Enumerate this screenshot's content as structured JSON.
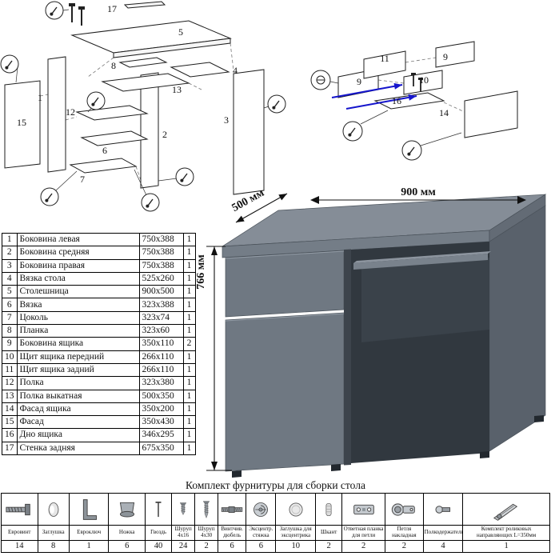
{
  "parts_table": {
    "rows": [
      [
        "1",
        "Боковина левая",
        "750x388",
        "1"
      ],
      [
        "2",
        "Боковина средняя",
        "750x388",
        "1"
      ],
      [
        "3",
        "Боковина правая",
        "750x388",
        "1"
      ],
      [
        "4",
        "Вязка стола",
        "525x260",
        "1"
      ],
      [
        "5",
        "Столешница",
        "900x500",
        "1"
      ],
      [
        "6",
        "Вязка",
        "323x388",
        "1"
      ],
      [
        "7",
        "Цоколь",
        "323x74",
        "1"
      ],
      [
        "8",
        "Планка",
        "323x60",
        "1"
      ],
      [
        "9",
        "Боковина ящика",
        "350x110",
        "2"
      ],
      [
        "10",
        "Щит ящика передний",
        "266x110",
        "1"
      ],
      [
        "11",
        "Щит ящика задний",
        "266x110",
        "1"
      ],
      [
        "12",
        "Полка",
        "323x380",
        "1"
      ],
      [
        "13",
        "Полка выкатная",
        "500x350",
        "1"
      ],
      [
        "14",
        "Фасад ящика",
        "350x200",
        "1"
      ],
      [
        "15",
        "Фасад",
        "350x430",
        "1"
      ],
      [
        "16",
        "Дно ящика",
        "346x295",
        "1"
      ],
      [
        "17",
        "Стенка задняя",
        "675x350",
        "1"
      ]
    ]
  },
  "desk": {
    "width_label": "900 мм",
    "depth_label": "500 мм",
    "height_label": "766 мм"
  },
  "diagram_left": {
    "labels": [
      "17",
      "5",
      "8",
      "4",
      "1",
      "15",
      "2",
      "3",
      "13",
      "12",
      "6",
      "7"
    ]
  },
  "diagram_right": {
    "labels": [
      "11",
      "9",
      "9",
      "10",
      "16",
      "14"
    ]
  },
  "hardware": {
    "title": "Комплект фурнитуры для сборки стола",
    "items": [
      {
        "icon": "confirmat-screw-icon",
        "name": "Евровинт",
        "qty": "14"
      },
      {
        "icon": "cap-icon",
        "name": "Заглушка",
        "qty": "8"
      },
      {
        "icon": "hex-key-icon",
        "name": "Евроключ",
        "qty": "1"
      },
      {
        "icon": "foot-icon",
        "name": "Ножка",
        "qty": "6"
      },
      {
        "icon": "nail-icon",
        "name": "Гвоздь",
        "qty": "40"
      },
      {
        "icon": "screw-short-icon",
        "name": "Шуруп 4x16",
        "qty": "24"
      },
      {
        "icon": "screw-long-icon",
        "name": "Шуруп 4x30",
        "qty": "2"
      },
      {
        "icon": "dowel-screw-icon",
        "name": "Винтчив. дюбель",
        "qty": "6"
      },
      {
        "icon": "cam-lock-icon",
        "name": "Эксцентр. стяжка",
        "qty": "6"
      },
      {
        "icon": "cam-cap-icon",
        "name": "Заглушка для эксцентрика",
        "qty": "10"
      },
      {
        "icon": "wood-dowel-icon",
        "name": "Шкант",
        "qty": "2"
      },
      {
        "icon": "hinge-plate-icon",
        "name": "Ответная планка для петли",
        "qty": "2"
      },
      {
        "icon": "hinge-icon",
        "name": "Петля накладная",
        "qty": "2"
      },
      {
        "icon": "shelf-support-icon",
        "name": "Полкодержатель",
        "qty": "4"
      },
      {
        "icon": "drawer-slides-icon",
        "name": "Комплект роликовых направляющих L=350мм",
        "qty": "1"
      }
    ]
  },
  "colors": {
    "desk_top": "#858d97",
    "desk_front": "#6f7882",
    "desk_side": "#59616b",
    "desk_interior": "#31383f",
    "assembly_arrow_blue": "#1515cc"
  }
}
